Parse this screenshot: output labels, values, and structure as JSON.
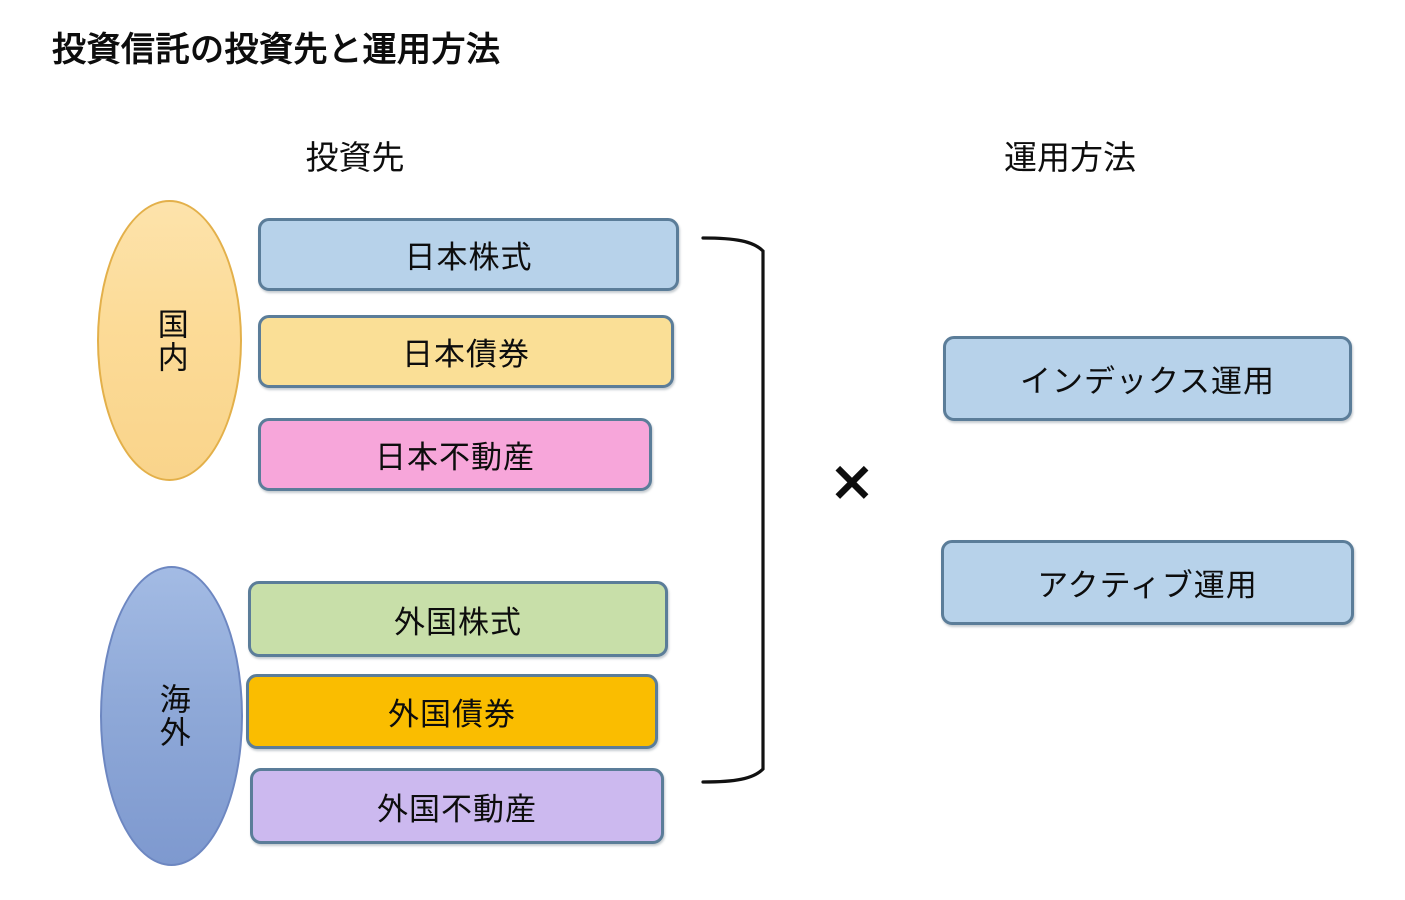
{
  "title": "投資信託の投資先と運用方法",
  "headers": {
    "investment_targets": "投資先",
    "management_methods": "運用方法"
  },
  "operator": {
    "symbol": "×",
    "name": "multiply"
  },
  "groups": [
    {
      "id": "domestic",
      "label": "国内",
      "ellipse_fill": "#fcdb97",
      "ellipse_border": "#e3b04a",
      "items": [
        {
          "id": "jp-equity",
          "label": "日本株式",
          "fill": "#b7d2ea",
          "border": "#5b7d99"
        },
        {
          "id": "jp-bond",
          "label": "日本債券",
          "fill": "#fadf96",
          "border": "#5b7d99"
        },
        {
          "id": "jp-reit",
          "label": "日本不動産",
          "fill": "#f7a6da",
          "border": "#5b7d99"
        }
      ]
    },
    {
      "id": "overseas",
      "label": "海外",
      "ellipse_fill": "#8fa9d8",
      "ellipse_border": "#6d87c1",
      "items": [
        {
          "id": "fx-equity",
          "label": "外国株式",
          "fill": "#c8dfa9",
          "border": "#5b7d99"
        },
        {
          "id": "fx-bond",
          "label": "外国債券",
          "fill": "#fabd00",
          "border": "#5b7d99"
        },
        {
          "id": "fx-reit",
          "label": "外国不動産",
          "fill": "#ccb9ef",
          "border": "#5b7d99"
        }
      ]
    }
  ],
  "methods": [
    {
      "id": "index",
      "label": "インデックス運用",
      "fill": "#b7d2ea",
      "border": "#5b7d99"
    },
    {
      "id": "active",
      "label": "アクティブ運用",
      "fill": "#b7d2ea",
      "border": "#5b7d99"
    }
  ],
  "colors": {
    "background": "#ffffff",
    "text": "#0d0d0d",
    "bracket": "#111111",
    "box_border": "#5b7d99"
  }
}
